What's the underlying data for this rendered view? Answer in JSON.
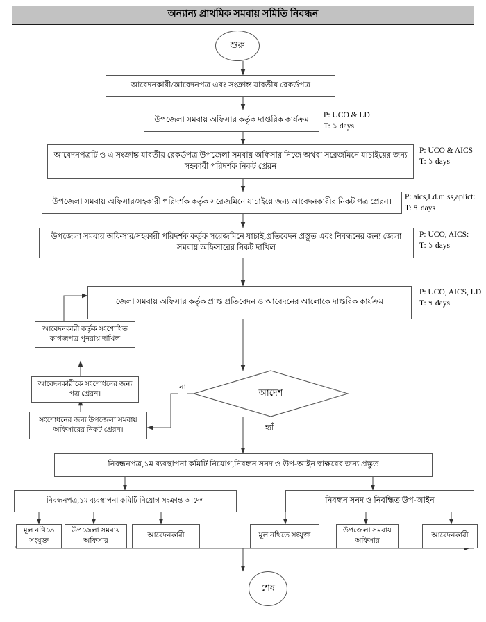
{
  "header": {
    "title": "অন্যান্য প্রাথমিক সমবায় সমিতি নিবন্ধন",
    "bg_color": "#c2c2c2"
  },
  "terminals": {
    "start": "শুরু",
    "end": "শেষ"
  },
  "decision": {
    "label": "আদেশ",
    "yes_label": "হ্যাঁ",
    "no_label": "না"
  },
  "process_steps": [
    {
      "id": "step1",
      "text": "আবেদনকারী/আবেদনপত্র এবং সংক্রান্ত যাবতীয় রেকর্ডপত্র",
      "note_p": "",
      "note_t": ""
    },
    {
      "id": "step2",
      "text": "উপজেলা সমবায় অফিসার কর্তৃক দাপ্তরিক কার্যক্রম",
      "note_p": "P: UCO & LD",
      "note_t": "T: ১ days"
    },
    {
      "id": "step3",
      "text": "আবেদনপত্রটি ও এ সংক্রান্ত যাবতীয় রেকর্ডপত্র উপজেলা সমবায় অফিসার নিজে অথবা সরেজমিনে যাচাইয়ের জন্য সহকারী পরিদর্শক নিকট প্রেরন",
      "note_p": "P: UCO & AICS",
      "note_t": "T: ১ days"
    },
    {
      "id": "step4",
      "text": "উপজেলা সমবায় অফিসার/সহকারী পরিদর্শক কর্তৃক সরেজমিনে যাচাইয়ে জন্য আবেদনকারীর নিকট পত্র প্রেরন।",
      "note_p": "P: aics,Ld.mlss,aplict:",
      "note_t": "T: ৭ days"
    },
    {
      "id": "step5",
      "text": "উপজেলা সমবায় অফিসার/সহকারী পরিদর্শক কর্তৃক সরেজমিনে যাচাই,প্রতিবেদন প্রস্তুত এবং নিবন্ধনের জন্য জেলা সমবায় অফিসারের নিকট দাখিল",
      "note_p": "P: UCO, AICS:",
      "note_t": "T: ১ days"
    },
    {
      "id": "step6",
      "text": "জেলা সমবায় অফিসার কর্তৃক প্রাপ্ত প্রতিবেদন ও আবেদনের আলোকে দাপ্তরিক কার্যক্রম",
      "note_p": "P: UCO, AICS, LD",
      "note_t": "T: ৭ days"
    }
  ],
  "correction_loop": [
    {
      "id": "loop_top",
      "text": "আবেদনকারী কর্তৃক সংশোধিত কাগজপত্র পুনরায় দাখিল"
    },
    {
      "id": "loop_mid",
      "text": "আবেদনকারীকে সংশোধনের জন্য পত্র প্রেরন।"
    },
    {
      "id": "loop_bottom",
      "text": "সংশোধনের জন্য উপজেলা সমবায় অফিসারের নিকট প্রেরন।"
    }
  ],
  "approval": {
    "prepare": "নিবন্ধনপত্র,১ম ব্যবস্থাপনা কমিটি নিয়োগ,নিবন্ধন সনদ ও উপ-আইন স্বাক্ষরের জন্য প্রস্তুত",
    "branch_left": "নিবন্ধনপত্র,১ম ব্যবস্থাপনা কমিটি নিয়োগ সংক্রান্ত আদেশ",
    "branch_right": "নিবন্ধন সনদ ও নিবন্ধিত উপ-আইন"
  },
  "recipients_left": [
    "মূল নথিতে সংযুক্ত",
    "উপজেলা সমবায় অফিসার",
    "আবেদনকারী"
  ],
  "recipients_right": [
    "মূল নথিতে সংযুক্ত",
    "উপজেলা সমবায় অফিসার",
    "আবেদনকারী"
  ]
}
